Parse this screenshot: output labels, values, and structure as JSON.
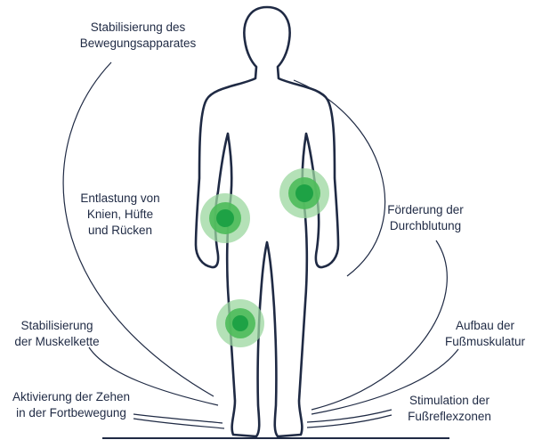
{
  "colors": {
    "outline": "#1f2a44",
    "ring_light": "#9bd79f",
    "ring_mid": "#4cbb5a",
    "ring_core": "#1ea245"
  },
  "labels": {
    "top": "Stabilisierung des\nBewegungsapparates",
    "left_mid": "Entlastung von\nKnien, Hüfte\nund Rücken",
    "left_lower": "Stabilisierung\nder Muskelkette",
    "left_bottom": "Aktivierung der Zehen\nin der Fortbewegung",
    "right_mid": "Förderung der\nDurchblutung",
    "right_lower": "Aufbau der\nFußmuskulatur",
    "right_bottom": "Stimulation der\nFußreflexzonen"
  },
  "hotspots": [
    "hip-left-hotspot",
    "hip-right-hotspot",
    "knee-hotspot"
  ]
}
